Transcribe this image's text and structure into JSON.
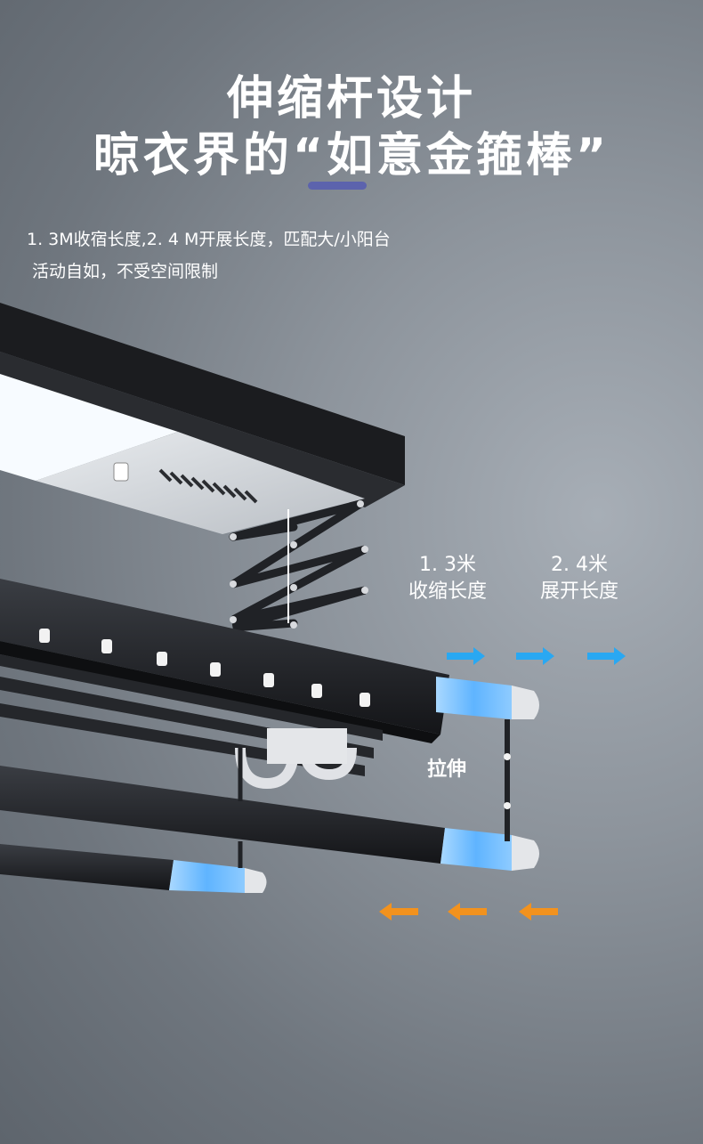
{
  "headline": {
    "line1": "伸缩杆设计",
    "line2": "晾衣界的“如意金箍棒”"
  },
  "description": {
    "line1": "1. 3M收宿长度,2. 4 M开展长度，匹配大/小阳台",
    "line2": "活动自如，不受空间限制"
  },
  "annotations": {
    "retract": {
      "value": "1. 3米",
      "label": "收缩长度"
    },
    "expand": {
      "value": "2. 4米",
      "label": "展开长度"
    },
    "stretch": "拉伸"
  },
  "colors": {
    "accent": "#5c63ad",
    "arrow_blue": "#29a8f2",
    "arrow_orange": "#f2921e",
    "bar_dark": "#1c1e22",
    "glow_blue": "#7fc7ff"
  }
}
